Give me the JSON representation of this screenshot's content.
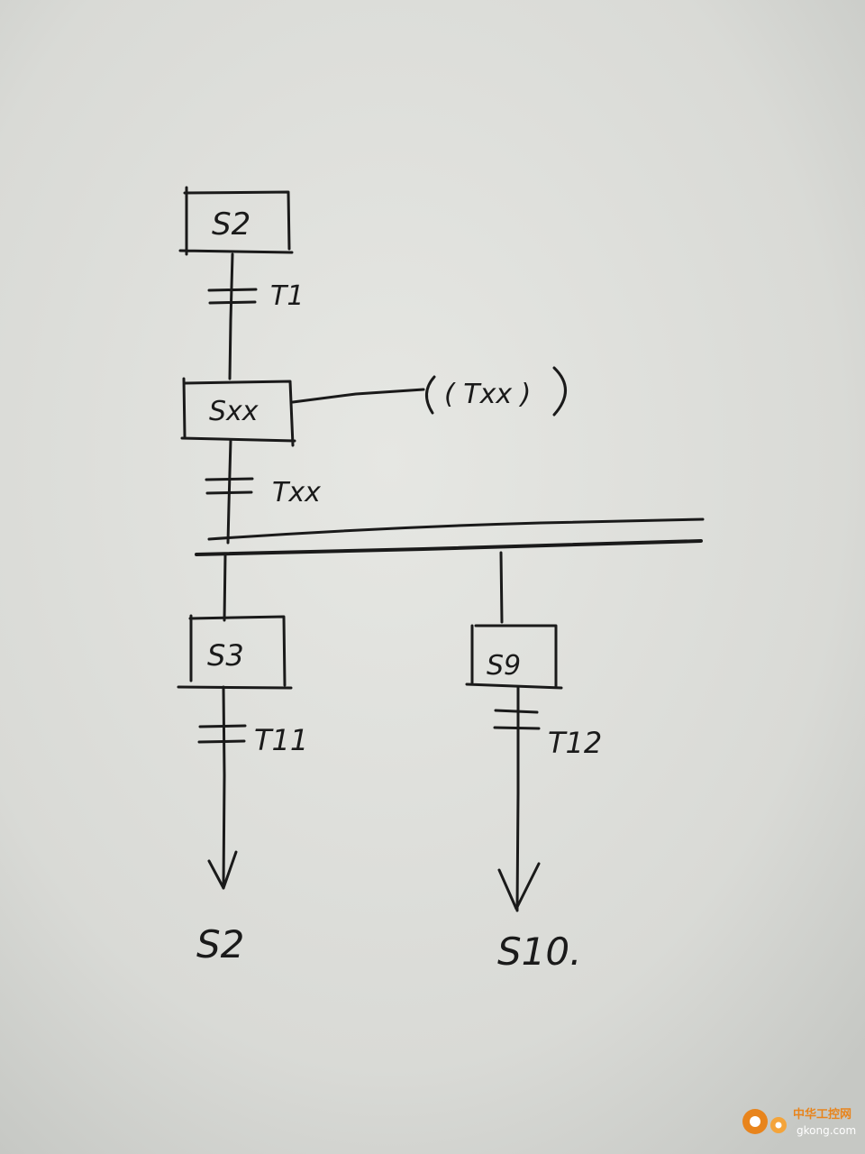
{
  "steps": {
    "s2_box": "S2",
    "sxx_box": "Sxx",
    "s3_box": "S3",
    "s9_box": "S9"
  },
  "transitions": {
    "t1": "T1",
    "txx": "Txx",
    "t11": "T11",
    "t12": "T12"
  },
  "action": {
    "label": "( Txx )"
  },
  "jumps": {
    "left_target": "S2",
    "right_target": "S10."
  },
  "watermark": {
    "site_cn": "中华工控网",
    "site_url": "gkong.com",
    "brand_color": "#e8841c"
  }
}
